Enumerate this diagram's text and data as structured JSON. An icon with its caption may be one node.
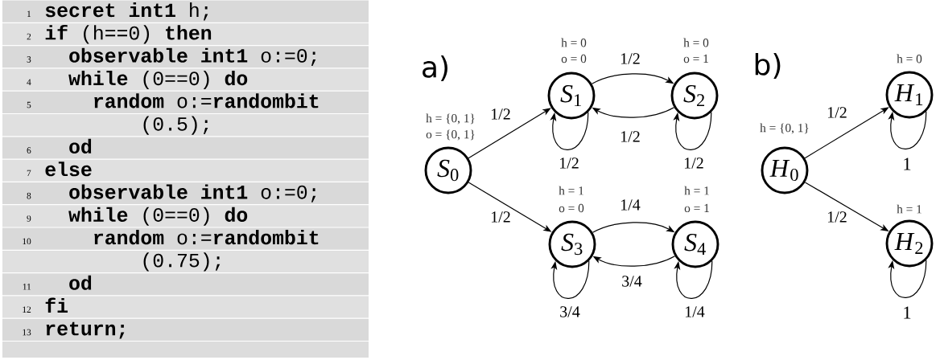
{
  "diagram": {
    "nodes": [
      {
        "text": [
          "*S*$_{0}$"
        ],
        "beside": [
          "h = {0, 1}",
          "o = {0, 1}"
        ]
      },
      {
        "text": [
          "*S*$_{1}$"
        ],
        "beside": [
          "h = 0",
          "o = 0"
        ]
      },
      {
        "text": [
          "*S*$_{2}$"
        ],
        "beside": [
          "h = 0",
          "o = 1"
        ]
      },
      {
        "text": [
          "*S*$_{3}$"
        ],
        "beside": [
          "h = 1",
          "o = 0"
        ]
      },
      {
        "text": [
          "*S*$_{4}$"
        ],
        "beside": [
          "h = 1",
          "o = 1"
        ]
      },
      {
        "text": [
          "*H*$_{0}$"
        ],
        "beside": [
          "h = {0, 1}"
        ]
      },
      {
        "text": [
          "*H*$_{1}$"
        ],
        "beside": [
          "h = 0"
        ]
      },
      {
        "text": [
          "*H*$_{2}$"
        ],
        "beside": [
          "h = 1"
        ]
      }
    ],
    "edges": [
      {
        "from": 0,
        "to": 1,
        "arrow": "to",
        "label": "1/2"
      },
      {
        "from": 0,
        "to": 3,
        "arrow": "to",
        "label": "1/2"
      },
      {
        "from": 1,
        "to": 2,
        "arrow": "to",
        "label": "1/2"
      },
      {
        "from": 2,
        "to": 1,
        "arrow": "to",
        "label": "1/2"
      },
      {
        "from": 1,
        "to": 1,
        "arrow": "to",
        "label": "1/2"
      },
      {
        "from": 2,
        "to": 2,
        "arrow": "to",
        "label": "1/2"
      },
      {
        "from": 3,
        "to": 4,
        "arrow": "to",
        "label": "1/4"
      },
      {
        "from": 4,
        "to": 3,
        "arrow": "to",
        "label": "3/4"
      },
      {
        "from": 3,
        "to": 3,
        "arrow": "to",
        "label": "3/4"
      },
      {
        "from": 4,
        "to": 4,
        "arrow": "to",
        "label": "1/4"
      },
      {
        "from": 5,
        "to": 6,
        "arrow": "to",
        "label": "1/2"
      },
      {
        "from": 5,
        "to": 7,
        "arrow": "to",
        "label": "1/2"
      },
      {
        "from": 6,
        "to": 6,
        "arrow": "to",
        "label": "1"
      },
      {
        "from": 7,
        "to": 7,
        "arrow": "to",
        "label": "1"
      }
    ],
    "labels": [
      "1",
      "**secret int1** h;",
      "2",
      "**if** (h==0) **then**",
      "3",
      "**observable int1** o:=0;",
      "4",
      "**while** (0==0) **do**",
      "5",
      "**random** o:=**randombit** (0.5);",
      "6",
      "od",
      "7",
      "else",
      "8",
      "**observable int1** o:=0;",
      "9",
      "**while** (0==0) **do**",
      "10",
      "**random** o:=**randombit** (0.75);",
      "11",
      "od",
      "12",
      "fi",
      "13",
      "return;",
      "a)",
      "b)"
    ]
  }
}
